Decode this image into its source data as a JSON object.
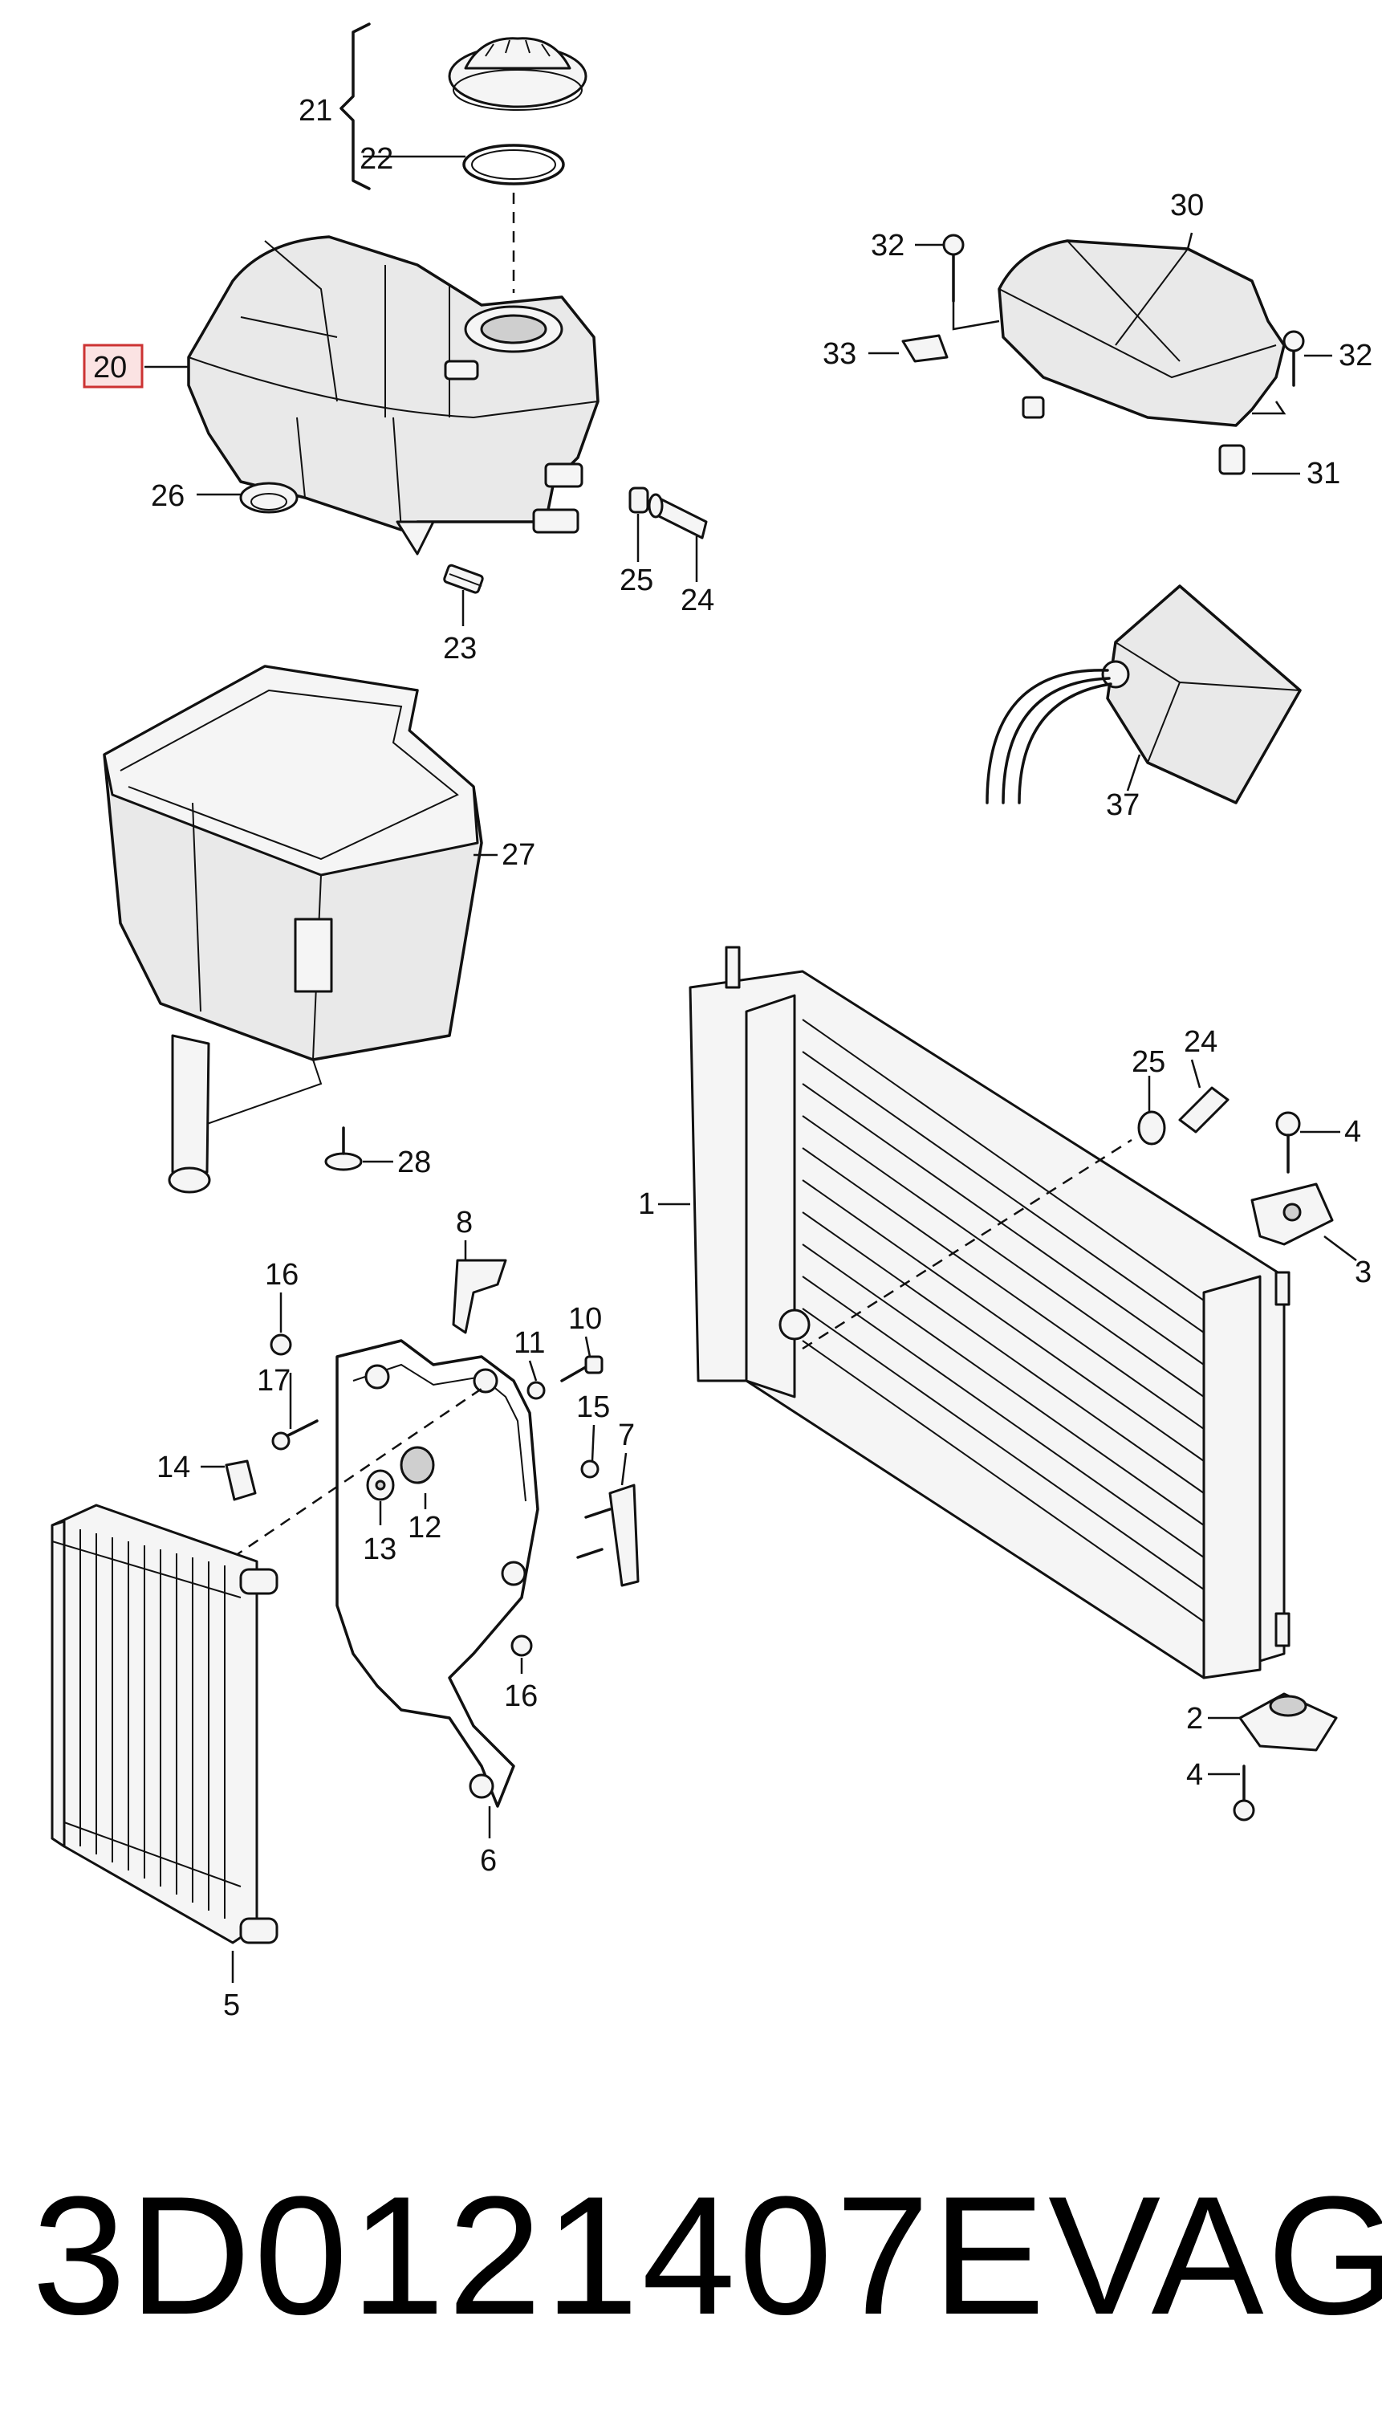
{
  "diagram": {
    "callouts": {
      "c1": "1",
      "c2": "2",
      "c3": "3",
      "c4a": "4",
      "c4b": "4",
      "c5": "5",
      "c6": "6",
      "c7": "7",
      "c8": "8",
      "c10": "10",
      "c11": "11",
      "c12": "12",
      "c13": "13",
      "c14": "14",
      "c15": "15",
      "c16a": "16",
      "c16b": "16",
      "c17": "17",
      "c20": "20",
      "c21": "21",
      "c22": "22",
      "c23": "23",
      "c24a": "24",
      "c24b": "24",
      "c25a": "25",
      "c25b": "25",
      "c26": "26",
      "c27": "27",
      "c28": "28",
      "c30": "30",
      "c31": "31",
      "c32a": "32",
      "c32b": "32",
      "c33": "33",
      "c37": "37"
    },
    "highlight_color": "#cc3333"
  },
  "footer": {
    "part_number": "3D0121407E",
    "brand": "VAG"
  }
}
